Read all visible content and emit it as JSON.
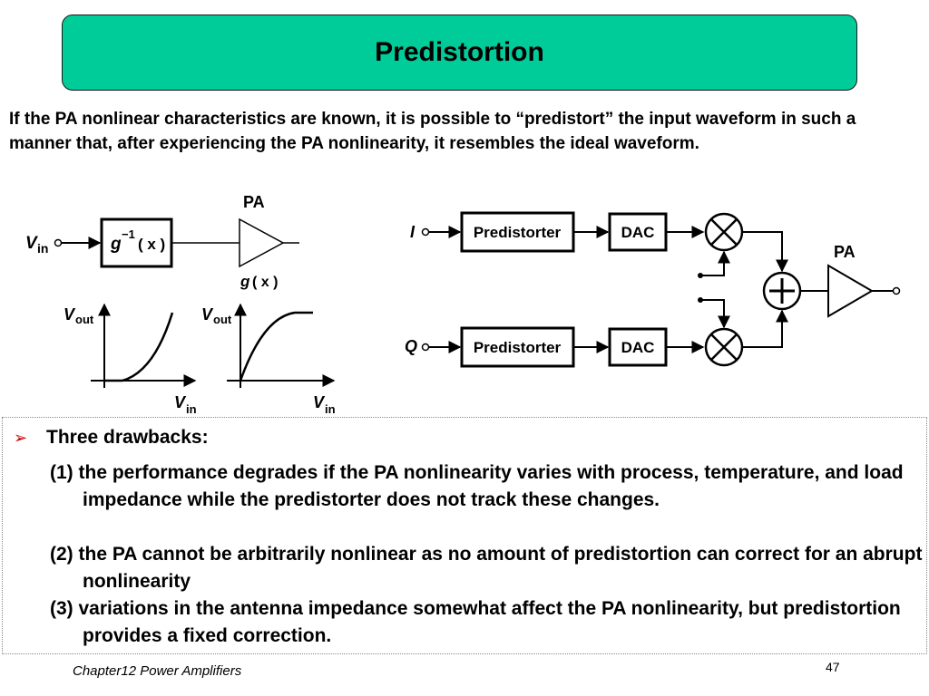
{
  "title": "Predistortion",
  "intro": "If the PA nonlinear characteristics are known, it is possible to “predistort” the input waveform in such a manner that, after experiencing the PA nonlinearity, it resembles the ideal waveform.",
  "left_diagram": {
    "vin_v": "V",
    "vin_sub": "in",
    "block_g": "g",
    "block_exp": "−1",
    "block_args": "( x )",
    "pa_label": "PA",
    "pa_g": "g",
    "pa_args": "( x )"
  },
  "plots": {
    "y_label_v": "V",
    "y_label_sub": "out",
    "x_label_v": "V",
    "x_label_sub": "in"
  },
  "right_diagram": {
    "i_label": "I",
    "q_label": "Q",
    "predistorter_label": "Predistorter",
    "dac_label": "DAC",
    "pa_label": "PA"
  },
  "drawbacks": {
    "heading": "Three drawbacks:",
    "items": [
      "(1) the performance degrades if the PA nonlinearity varies with process, temperature, and load impedance while the predistorter does not track these changes.",
      "(2) the PA cannot be arbitrarily nonlinear as no amount of predistortion can correct for an abrupt nonlinearity",
      "(3) variations in the antenna impedance somewhat affect the PA nonlinearity, but predistortion provides a fixed correction."
    ]
  },
  "footer": {
    "chapter": "Chapter12 Power Amplifiers",
    "page": "47"
  },
  "colors": {
    "title_bg": "#00cc99",
    "bullet": "#cc0000"
  }
}
